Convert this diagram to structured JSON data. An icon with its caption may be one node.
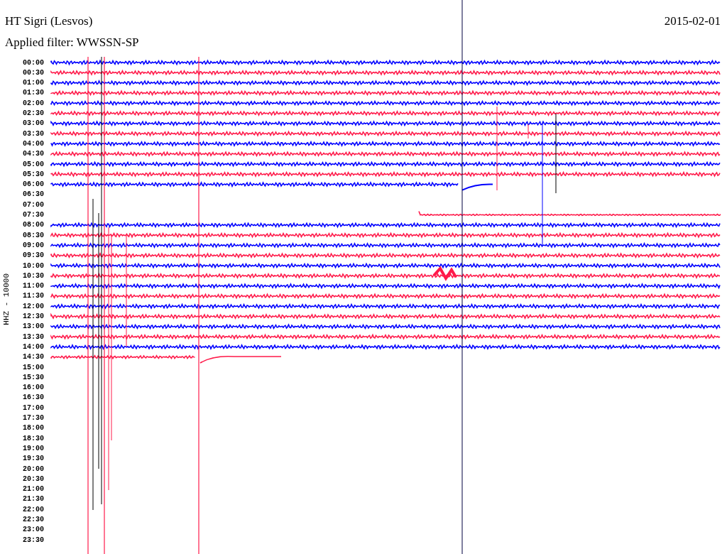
{
  "diagram": {
    "title": "HT Sigri (Lesvos)",
    "labels": [
      "2015-02-01",
      "Applied filter: WWSSN-SP",
      "00:00",
      "00:30",
      "01:00",
      "01:30",
      "02:00",
      "02:30",
      "03:00",
      "03:30",
      "04:00",
      "04:30",
      "05:00",
      "05:30",
      "06:00",
      "06:30",
      "07:00",
      "07:30",
      "08:00",
      "08:30",
      "09:00",
      "09:30",
      "10:00",
      "10:30",
      "11:00",
      "11:30",
      "12:00",
      "12:30",
      "13:00",
      "13:30",
      "14:00",
      "14:30",
      "15:00",
      "15:30",
      "16:00",
      "16:30",
      "17:00",
      "17:30",
      "18:00",
      "18:30",
      "19:00",
      "19:30",
      "20:00",
      "20:30",
      "21:00",
      "21:30",
      "22:00",
      "22:30",
      "23:00",
      "23:30",
      "HHZ - 10000"
    ]
  }
}
